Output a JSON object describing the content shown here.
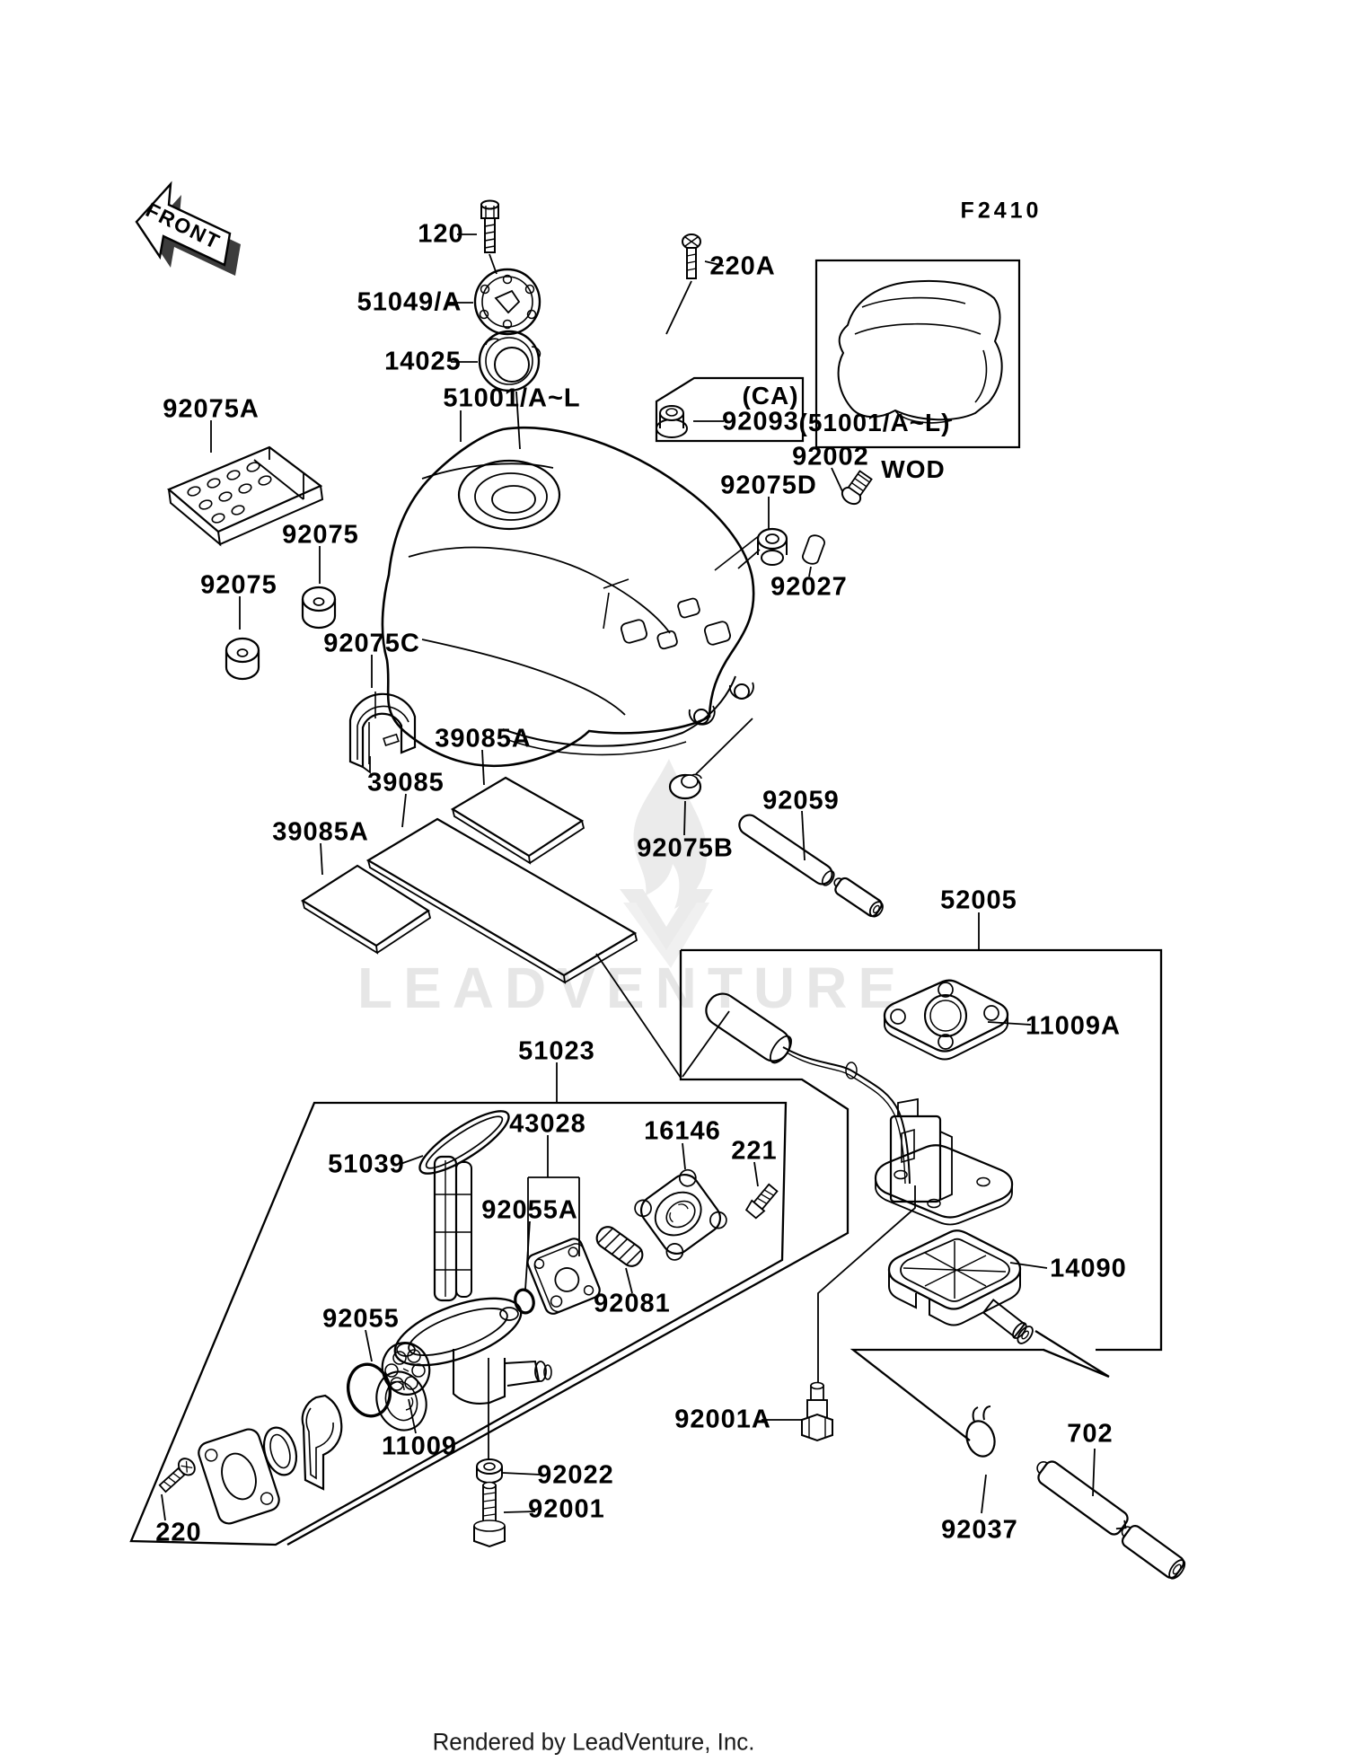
{
  "diagram": {
    "code_label": "F2410",
    "front_marker": "FRONT"
  },
  "watermark": {
    "text": "LEADVENTURE"
  },
  "footer": {
    "text": "Rendered by LeadVenture, Inc."
  },
  "labels": {
    "p120": {
      "text": "120"
    },
    "p220a": {
      "text": "220A"
    },
    "p51049": {
      "text": "51049/A"
    },
    "p14025": {
      "text": "14025"
    },
    "p51001": {
      "text": "51001/A~L"
    },
    "ca": {
      "text": "(CA)"
    },
    "p92093": {
      "text": "92093"
    },
    "p92002": {
      "text": "92002"
    },
    "p92075d": {
      "text": "92075D"
    },
    "p92027": {
      "text": "92027"
    },
    "p92075a": {
      "text": "92075A"
    },
    "p92075u": {
      "text": "92075"
    },
    "p92075l": {
      "text": "92075"
    },
    "p92075c": {
      "text": "92075C"
    },
    "p39085a1": {
      "text": "39085A"
    },
    "p39085": {
      "text": "39085"
    },
    "p39085a2": {
      "text": "39085A"
    },
    "p92075b": {
      "text": "92075B"
    },
    "p92059": {
      "text": "92059"
    },
    "p52005": {
      "text": "52005"
    },
    "p11009a": {
      "text": "11009A"
    },
    "inset51001": {
      "text": "(51001/A~L)"
    },
    "wod": {
      "text": "WOD"
    },
    "p51023": {
      "text": "51023"
    },
    "p51039": {
      "text": "51039"
    },
    "p43028": {
      "text": "43028"
    },
    "p16146": {
      "text": "16146"
    },
    "p221": {
      "text": "221"
    },
    "p92055a": {
      "text": "92055A"
    },
    "p92081": {
      "text": "92081"
    },
    "p92055": {
      "text": "92055"
    },
    "p11009": {
      "text": "11009"
    },
    "p220": {
      "text": "220"
    },
    "p92022": {
      "text": "92022"
    },
    "p92001": {
      "text": "92001"
    },
    "p92001a": {
      "text": "92001A"
    },
    "p14090": {
      "text": "14090"
    },
    "p92037": {
      "text": "92037"
    },
    "p702": {
      "text": "702"
    }
  }
}
